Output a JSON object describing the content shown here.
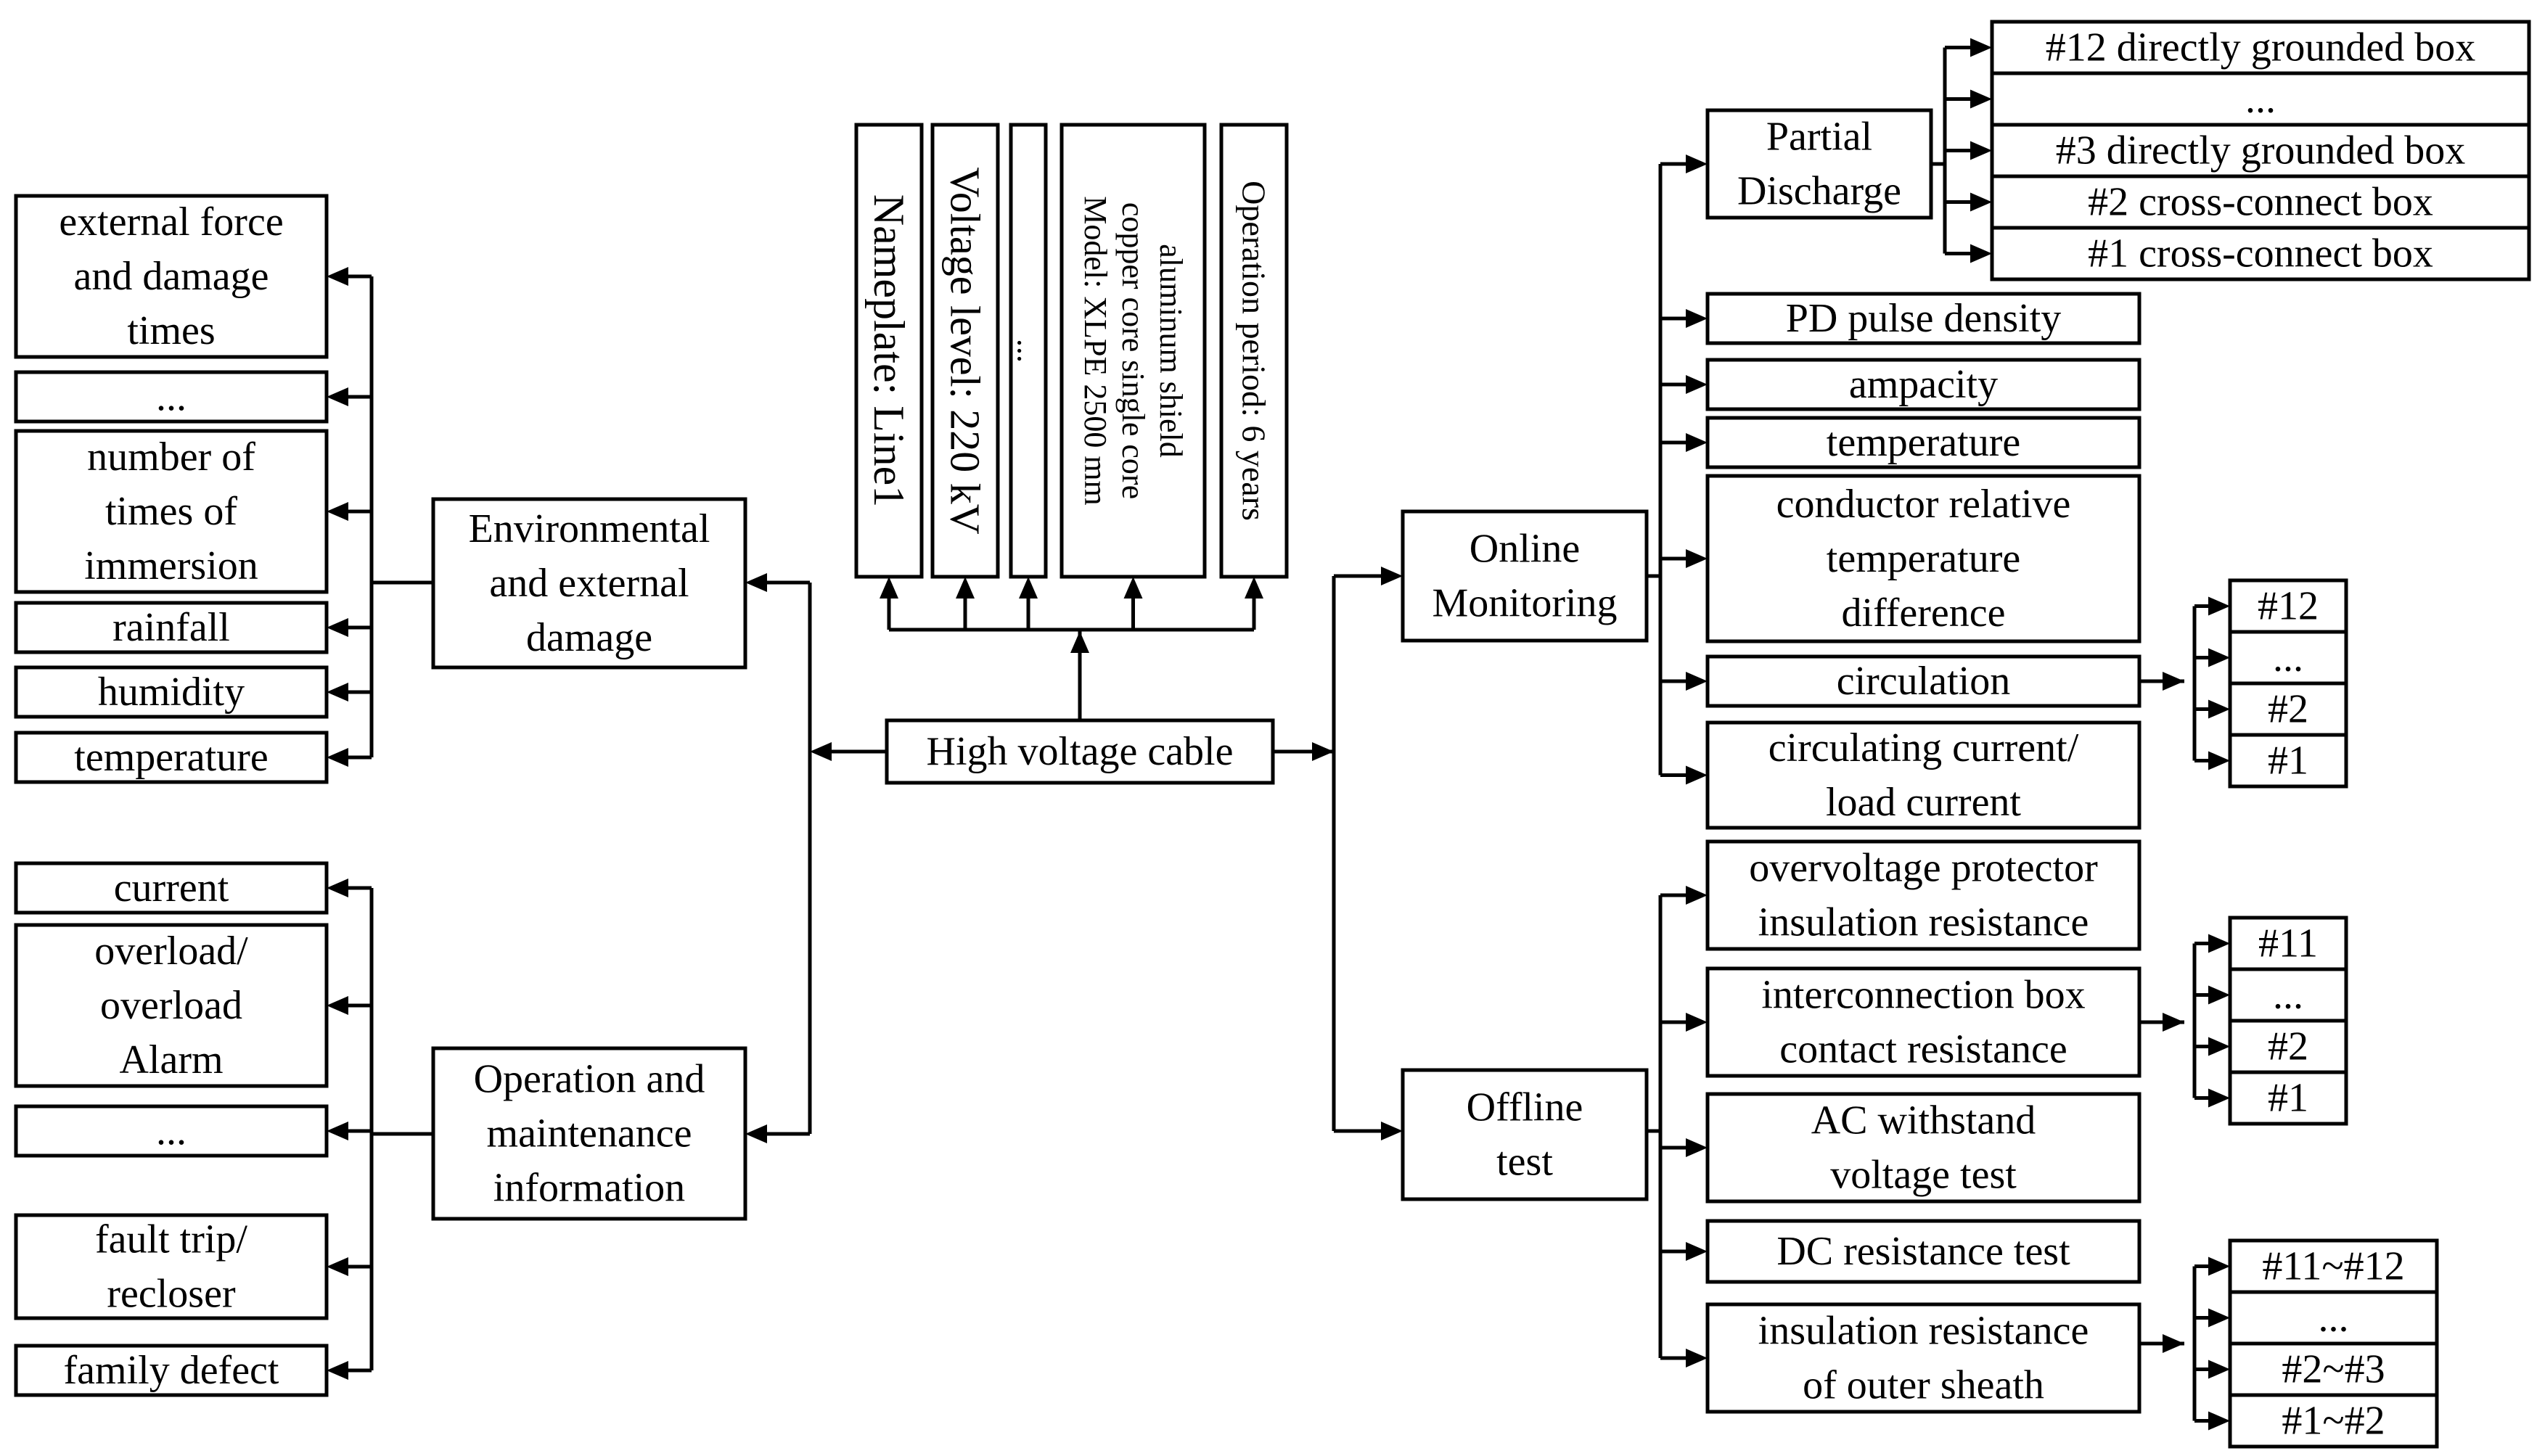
{
  "root": "High voltage cable",
  "nameplate": [
    {
      "id": "nameplate",
      "lines": [
        "Nameplate:  Line1"
      ]
    },
    {
      "id": "voltage-level",
      "lines": [
        "Voltage level: 220 kV"
      ]
    },
    {
      "id": "nameplate-ellipsis",
      "lines": [
        "..."
      ]
    },
    {
      "id": "model",
      "lines": [
        "Model: XLPE 2500 mm",
        "copper core single core",
        "aluminum shield"
      ]
    },
    {
      "id": "operation-period",
      "lines": [
        "Operation period: 6 years"
      ]
    }
  ],
  "left": {
    "environmental": {
      "lines": [
        "Environmental",
        "and external",
        "damage"
      ],
      "children": [
        {
          "id": "external-force",
          "lines": [
            "external force",
            "and damage",
            "times"
          ]
        },
        {
          "id": "env-ellipsis",
          "lines": [
            "..."
          ]
        },
        {
          "id": "immersion",
          "lines": [
            "number of",
            "times of",
            "immersion"
          ]
        },
        {
          "id": "rainfall",
          "lines": [
            "rainfall"
          ]
        },
        {
          "id": "humidity",
          "lines": [
            "humidity"
          ]
        },
        {
          "id": "env-temperature",
          "lines": [
            "temperature"
          ]
        }
      ]
    },
    "operation": {
      "lines": [
        "Operation and",
        "maintenance",
        "information"
      ],
      "children": [
        {
          "id": "current",
          "lines": [
            "current"
          ]
        },
        {
          "id": "overload",
          "lines": [
            "overload/",
            "overload",
            "Alarm"
          ]
        },
        {
          "id": "ops-ellipsis",
          "lines": [
            "..."
          ]
        },
        {
          "id": "fault-trip",
          "lines": [
            "fault trip/",
            "recloser"
          ]
        },
        {
          "id": "family-defect",
          "lines": [
            "family defect"
          ]
        }
      ]
    }
  },
  "right": {
    "online": {
      "lines": [
        "Online",
        "Monitoring"
      ],
      "children": [
        {
          "id": "partial-discharge",
          "lines": [
            "Partial",
            "Discharge"
          ]
        },
        {
          "id": "pd-pulse-density",
          "lines": [
            "PD pulse density"
          ]
        },
        {
          "id": "ampacity",
          "lines": [
            "ampacity"
          ]
        },
        {
          "id": "online-temperature",
          "lines": [
            "temperature"
          ]
        },
        {
          "id": "relative-temperature",
          "lines": [
            "conductor relative",
            "temperature",
            "difference"
          ]
        },
        {
          "id": "circulation",
          "lines": [
            "circulation"
          ]
        },
        {
          "id": "circulating-ratio",
          "lines": [
            "circulating current/",
            "load current"
          ]
        }
      ]
    },
    "offline": {
      "lines": [
        "Offline",
        "test"
      ],
      "children": [
        {
          "id": "overvoltage-protector",
          "lines": [
            "overvoltage protector",
            "insulation resistance"
          ]
        },
        {
          "id": "interconnection-box",
          "lines": [
            "interconnection box",
            "contact resistance"
          ]
        },
        {
          "id": "ac-withstand",
          "lines": [
            "AC withstand",
            "voltage test"
          ]
        },
        {
          "id": "dc-resistance",
          "lines": [
            "DC resistance test"
          ]
        },
        {
          "id": "outer-sheath",
          "lines": [
            "insulation resistance",
            "of outer sheath"
          ]
        }
      ]
    },
    "partial_discharge_items": [
      "#12 directly grounded box",
      "...",
      "#3 directly grounded box",
      "#2 cross-connect box",
      "#1 cross-connect box"
    ],
    "circulation_items": [
      "#12",
      "...",
      "#2",
      "#1"
    ],
    "contact_items": [
      "#11",
      "...",
      "#2",
      "#1"
    ],
    "sheath_items": [
      "#11~#12",
      "...",
      "#2~#3",
      "#1~#2"
    ]
  }
}
